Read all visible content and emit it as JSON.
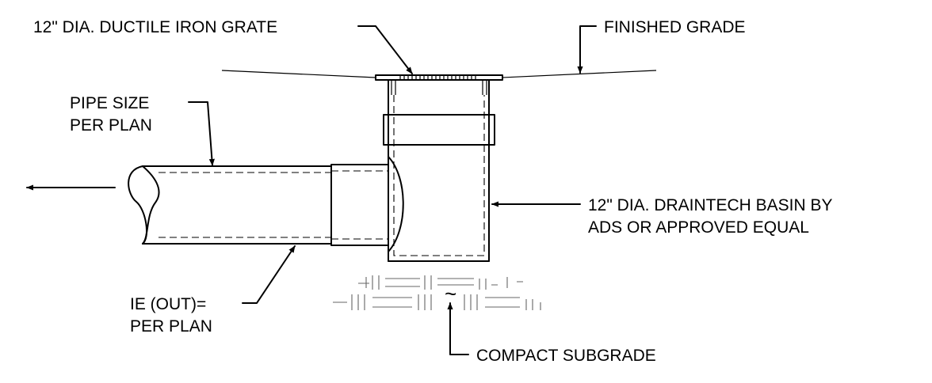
{
  "labels": {
    "grate": "12\" DIA. DUCTILE IRON GRATE",
    "finished_grade": "FINISHED GRADE",
    "pipe_size_line1": "PIPE SIZE",
    "pipe_size_line2": "PER PLAN",
    "basin_line1": "12\" DIA. DRAINTECH BASIN BY",
    "basin_line2": "ADS OR APPROVED EQUAL",
    "ie_line1": "IE (OUT)=",
    "ie_line2": "PER PLAN",
    "subgrade": "COMPACT SUBGRADE",
    "tilde": "~"
  },
  "colors": {
    "ink": "#000000",
    "hatch": "#666666",
    "background": "#ffffff"
  }
}
